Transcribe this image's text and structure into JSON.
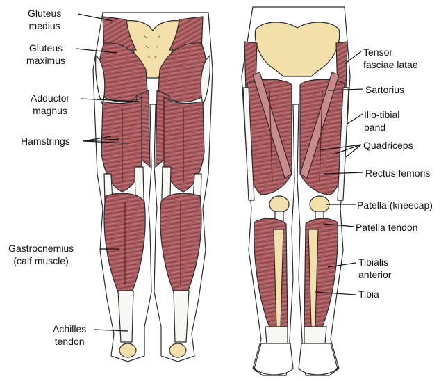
{
  "figure": {
    "colors": {
      "muscle": "#a85a5e",
      "muscle_dark": "#7a3438",
      "muscle_light": "#c98a8a",
      "bone": "#f3dfaa",
      "tendon": "#f7f7f4",
      "outline": "#2a2a2a",
      "leader": "#111111"
    },
    "posterior_labels": [
      {
        "line1": "Gluteus",
        "line2": "medius"
      },
      {
        "line1": "Gluteus",
        "line2": "maximus"
      },
      {
        "line1": "Adductor",
        "line2": "magnus"
      },
      {
        "line1": "Hamstrings",
        "line2": ""
      },
      {
        "line1": "Gastrocnemius",
        "line2": "(calf muscle)"
      },
      {
        "line1": "Achilles",
        "line2": "tendon"
      }
    ],
    "anterior_labels": [
      {
        "line1": "Tensor",
        "line2": "fasciae latae"
      },
      {
        "line1": "Sartorius",
        "line2": ""
      },
      {
        "line1": "Ilio-tibial",
        "line2": "band"
      },
      {
        "line1": "Quadriceps",
        "line2": ""
      },
      {
        "line1": "Rectus femoris",
        "line2": ""
      },
      {
        "line1": "Patella (kneecap)",
        "line2": ""
      },
      {
        "line1": "Patella tendon",
        "line2": ""
      },
      {
        "line1": "Tibialis",
        "line2": "anterior"
      },
      {
        "line1": "Tibia",
        "line2": ""
      }
    ]
  }
}
